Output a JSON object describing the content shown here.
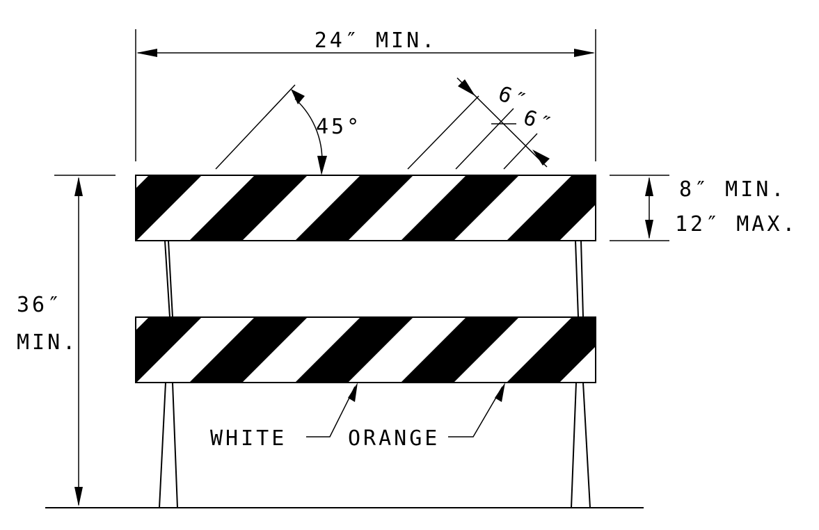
{
  "labels": {
    "width": "24″ MIN.",
    "angle": "45°",
    "stripe_width_1": "6″",
    "stripe_width_2": "6″",
    "rail_height_min": "8″ MIN.",
    "rail_height_max": "12″ MAX.",
    "height_value": "36″",
    "height_min": "MIN.",
    "white": "WHITE",
    "orange": "ORANGE"
  },
  "colors": {
    "ink": "#000000",
    "paper": "#ffffff"
  }
}
